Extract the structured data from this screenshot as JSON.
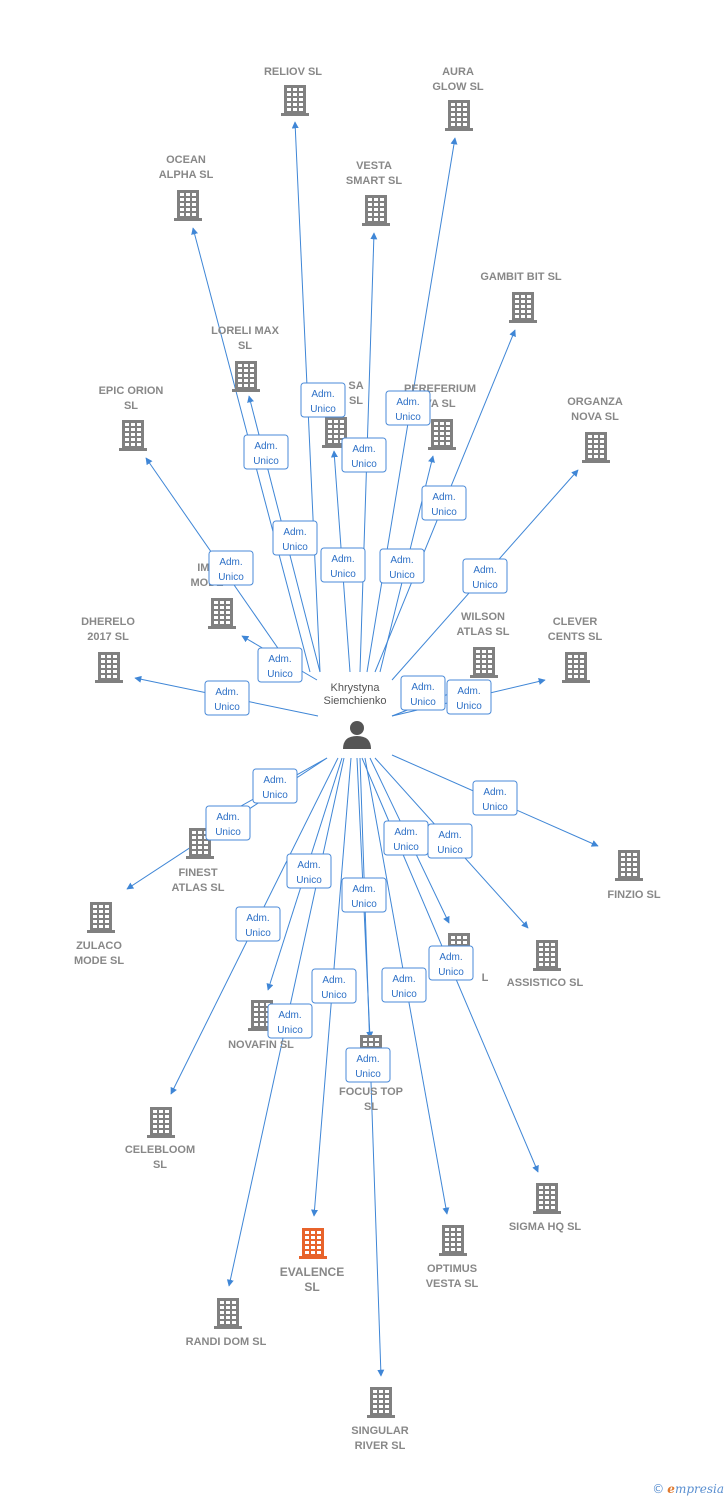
{
  "colors": {
    "edge": "#3f86d6",
    "building": "#808080",
    "building_highlight": "#e8632b",
    "person": "#555555"
  },
  "center": {
    "name_lines": [
      "Khrystyna",
      "Siemchienko"
    ],
    "icon": "person-icon"
  },
  "role_text": [
    "Adm.",
    "Unico"
  ],
  "companies": [
    {
      "id": "reliov",
      "lines": [
        "RELIOV  SL"
      ],
      "highlight": false
    },
    {
      "id": "aura-glow",
      "lines": [
        "AURA",
        "GLOW  SL"
      ],
      "highlight": false
    },
    {
      "id": "ocean-alpha",
      "lines": [
        "OCEAN",
        "ALPHA  SL"
      ],
      "highlight": false
    },
    {
      "id": "vesta-smart",
      "lines": [
        "VESTA",
        "SMART  SL"
      ],
      "highlight": false
    },
    {
      "id": "gambit-bit",
      "lines": [
        "GAMBIT BIT  SL"
      ],
      "highlight": false
    },
    {
      "id": "loreli-max",
      "lines": [
        "LORELI MAX",
        "SL"
      ],
      "highlight": false
    },
    {
      "id": "mimosa",
      "lines": [
        "SA",
        "SL"
      ],
      "highlight": false
    },
    {
      "id": "perefferium",
      "lines": [
        "PEREFERIUM",
        "VA  SL"
      ],
      "highlight": false
    },
    {
      "id": "epic-orion",
      "lines": [
        "EPIC ORION",
        "SL"
      ],
      "highlight": false
    },
    {
      "id": "organza-nova",
      "lines": [
        "ORGANZA",
        "NOVA  SL"
      ],
      "highlight": false
    },
    {
      "id": "impulse-mode",
      "lines": [
        "IMP",
        "MODE"
      ],
      "highlight": false
    },
    {
      "id": "dherelo",
      "lines": [
        "DHERELO",
        "2017  SL"
      ],
      "highlight": false
    },
    {
      "id": "wilson-atlas",
      "lines": [
        "WILSON",
        "ATLAS  SL"
      ],
      "highlight": false
    },
    {
      "id": "clever-cents",
      "lines": [
        "CLEVER",
        "CENTS  SL"
      ],
      "highlight": false
    },
    {
      "id": "finest-atlas",
      "lines": [
        "FINEST",
        "ATLAS  SL"
      ],
      "highlight": false
    },
    {
      "id": "finzio",
      "lines": [
        "FINZIO  SL"
      ],
      "highlight": false
    },
    {
      "id": "zulaco-mode",
      "lines": [
        "ZULACO",
        "MODE  SL"
      ],
      "highlight": false
    },
    {
      "id": "messity",
      "lines": [
        "L"
      ],
      "highlight": false
    },
    {
      "id": "assistico",
      "lines": [
        "ASSISTICO  SL"
      ],
      "highlight": false
    },
    {
      "id": "novafin",
      "lines": [
        "NOVAFIN  SL"
      ],
      "highlight": false
    },
    {
      "id": "focus-top",
      "lines": [
        "FOCUS TOP",
        "SL"
      ],
      "highlight": false
    },
    {
      "id": "celebloom",
      "lines": [
        "CELEBLOOM",
        "SL"
      ],
      "highlight": false
    },
    {
      "id": "sigma-hq",
      "lines": [
        "SIGMA HQ  SL"
      ],
      "highlight": false
    },
    {
      "id": "evalence",
      "lines": [
        "EVALENCE",
        "SL"
      ],
      "highlight": true
    },
    {
      "id": "optimus-vesta",
      "lines": [
        "OPTIMUS",
        "VESTA  SL"
      ],
      "highlight": false
    },
    {
      "id": "randi-dom",
      "lines": [
        "RANDI DOM  SL"
      ],
      "highlight": false
    },
    {
      "id": "singular-river",
      "lines": [
        "SINGULAR",
        "RIVER  SL"
      ],
      "highlight": false
    }
  ],
  "footer": {
    "copyright": "©",
    "brand_initial": "e",
    "brand_rest": "mpresia"
  }
}
